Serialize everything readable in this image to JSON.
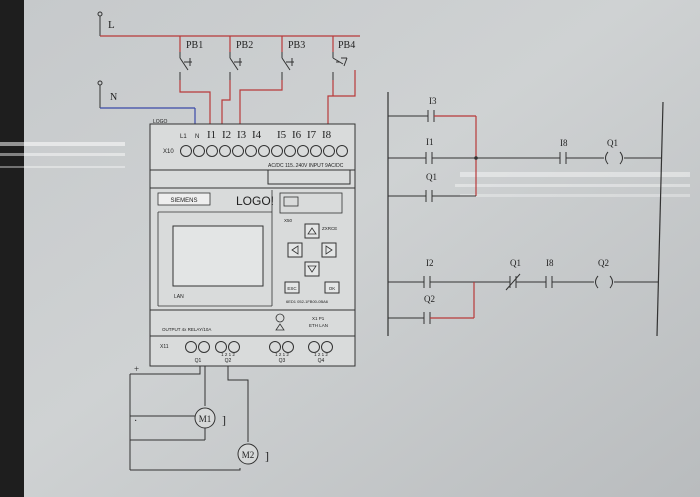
{
  "wiring": {
    "supply_line": "L",
    "neutral": "N",
    "pushbuttons": [
      "PB1",
      "PB2",
      "PB3",
      "PB4"
    ],
    "motors": [
      "M1",
      "M2"
    ],
    "bracket": "]",
    "positive_mark": "+",
    "dot_mark": "·"
  },
  "plc": {
    "logo_tag": "LOGO",
    "power_terminals": [
      "L1",
      "N"
    ],
    "inputs": [
      "I1",
      "I2",
      "I3",
      "I4",
      "I5",
      "I6",
      "I7",
      "I8"
    ],
    "input_block_label": "X10",
    "voltage_label": "AC/DC 115..240V INPUT 9AC/DC",
    "brand": "SIEMENS",
    "product_name": "LOGO!",
    "x50_label": "X50",
    "x30_label": "ZXRCE",
    "lan_label": "LAN",
    "esc_label": "ESC",
    "ok_label": "OK",
    "order_number": "6ED1 052-1FB00-0BA6",
    "x1_label": "X1 P1",
    "eth_label": "ETH LAN",
    "output_label": "OUTPUT 4x RELAY/10A",
    "output_block_label": "X11",
    "outputs": [
      "Q1",
      "Q2",
      "Q3",
      "Q4"
    ],
    "output_terminals": "1 2 1 2"
  },
  "ladder": {
    "rung1": {
      "branch1": "I3",
      "branch2": "I1",
      "branch3": "Q1",
      "series": "I8",
      "coil": "Q1"
    },
    "rung2": {
      "branch1": "I2",
      "branch2": "Q2",
      "nc_contact": "Q1",
      "series": "I8",
      "coil": "Q2"
    }
  }
}
